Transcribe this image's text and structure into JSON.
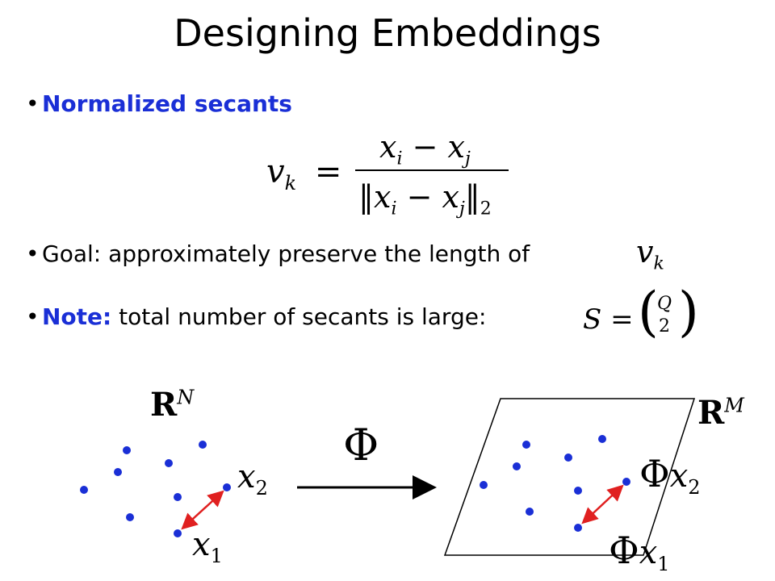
{
  "title": "Designing Embeddings",
  "bullets": {
    "b1": {
      "label": "Normalized secants"
    },
    "b2": {
      "prefix": "Goal:  approximately preserve the length of",
      "var_base": "v",
      "var_sub": "k"
    },
    "b3": {
      "note": "Note:",
      "text": "total number of secants is large:",
      "lhs": "S =",
      "top": "Q",
      "bottom": "2"
    }
  },
  "formula": {
    "lhs_base": "v",
    "lhs_sub": "k",
    "eq": "=",
    "num": "x",
    "num_i": "i",
    "minus": "−",
    "num2": "x",
    "num_j": "j",
    "den_sub": "2"
  },
  "diagram": {
    "left_space": {
      "base": "R",
      "sup": "N"
    },
    "right_space": {
      "base": "R",
      "sup": "M"
    },
    "map_symbol": "Φ",
    "label_x2": {
      "base": "x",
      "sub": "2"
    },
    "label_x1": {
      "base": "x",
      "sub": "1"
    },
    "label_phi_x2": {
      "phi": "Φ",
      "base": "x",
      "sub": "2"
    },
    "label_phi_x1": {
      "phi": "Φ",
      "base": "x",
      "sub": "1"
    },
    "point_color": "#1a2fd6",
    "secant_color": "#e02020"
  }
}
